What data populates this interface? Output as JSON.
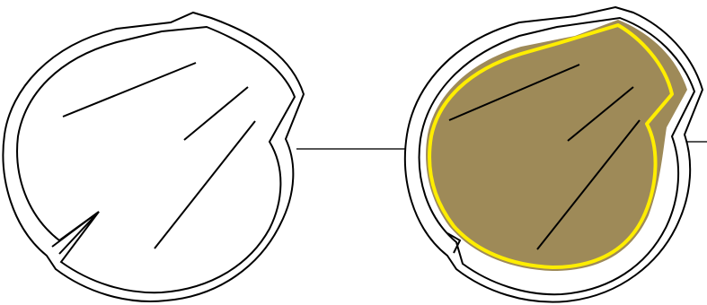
{
  "diagram": {
    "colors": {
      "background": "#ffffff",
      "stroke": "#000000",
      "connector": "#555555",
      "fill_selected": "#9e8a58",
      "highlight": "#ffee00"
    },
    "shapes": [
      {
        "name": "shape-left",
        "state": "outline"
      },
      {
        "name": "shape-right",
        "state": "filled-highlighted"
      }
    ]
  }
}
